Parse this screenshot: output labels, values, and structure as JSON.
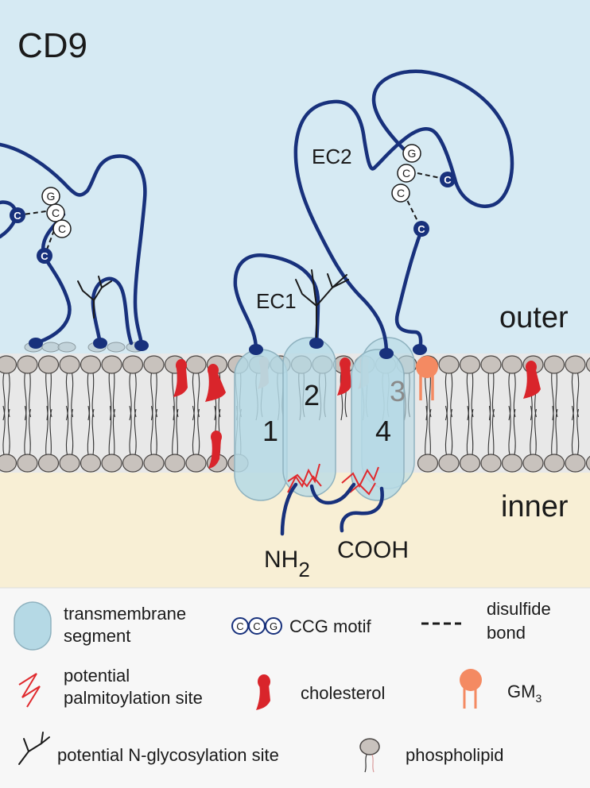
{
  "diagram": {
    "title": "CD9",
    "labels": {
      "outer": "outer",
      "inner": "inner",
      "ec1": "EC1",
      "ec2": "EC2",
      "nh2_main": "NH",
      "nh2_sub": "2",
      "cooh": "COOH"
    },
    "segments": [
      "1",
      "2",
      "3",
      "4"
    ],
    "motif_letters": [
      "G",
      "C",
      "C"
    ],
    "cys_letter": "C",
    "colors": {
      "outer_bg": "#d6eaf3",
      "inner_bg": "#f8efd5",
      "membrane_core": "#e8e8e8",
      "lipid_head": "#c8c2bd",
      "lipid_head_stroke": "#4a4644",
      "protein_chain": "#18317c",
      "segment_fill": "#b5d9e5",
      "palmitoylation": "#e02a2e",
      "cholesterol": "#d9252b",
      "gm3": "#f48a62",
      "glycan": "#1a1a1a"
    }
  },
  "legend": {
    "transmembrane": [
      "transmembrane",
      "segment"
    ],
    "ccg_letters": [
      "C",
      "C",
      "G"
    ],
    "ccg_label": "CCG motif",
    "disulfide": [
      "disulfide",
      "bond"
    ],
    "palmitoylation": [
      "potential",
      "palmitoylation site"
    ],
    "cholesterol": "cholesterol",
    "gm3_main": "GM",
    "gm3_sub": "3",
    "glycosylation": "potential N-glycosylation site",
    "phospholipid": "phospholipid"
  }
}
